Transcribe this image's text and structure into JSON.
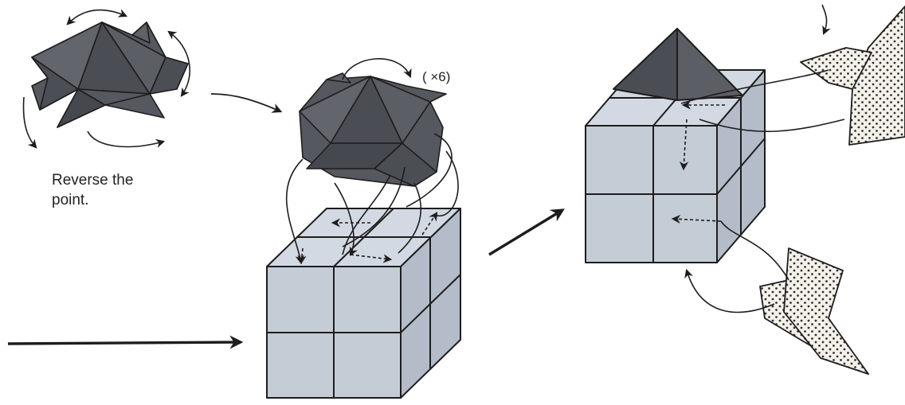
{
  "labels": {
    "reverse_line1": "Reverse the",
    "reverse_line2": "point.",
    "repeat": "( ×6)"
  },
  "colors": {
    "dark_unit": "#55585f",
    "dark_unit_shadow": "#3e4147",
    "cube_face": "#c4ccd6",
    "cube_face_side": "#b3bcc8",
    "cube_face_top": "#d2d9e2",
    "paper": "#f4f1ea",
    "line": "#1d1d1d"
  },
  "icons": [
    "curved-arrow-icon",
    "straight-arrow-icon",
    "dashed-arrow-icon",
    "dotted-paper-icon"
  ]
}
